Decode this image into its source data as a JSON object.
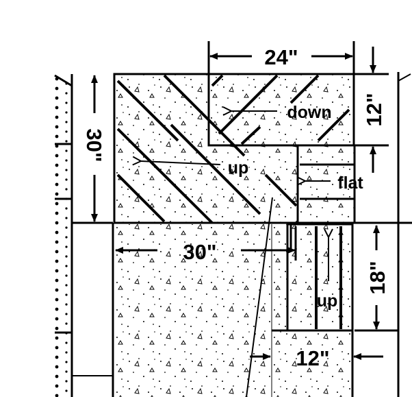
{
  "dimensions": {
    "top_width": "24\"",
    "top_height": "12\"",
    "left_height": "30\"",
    "middle_width": "30\"",
    "right_height": "18\"",
    "bottom_width": "12\""
  },
  "slope_labels": {
    "down": "down",
    "up_main": "up",
    "flat": "flat",
    "up_right": "up"
  },
  "colors": {
    "ink": "#000000",
    "paper": "#ffffff"
  }
}
